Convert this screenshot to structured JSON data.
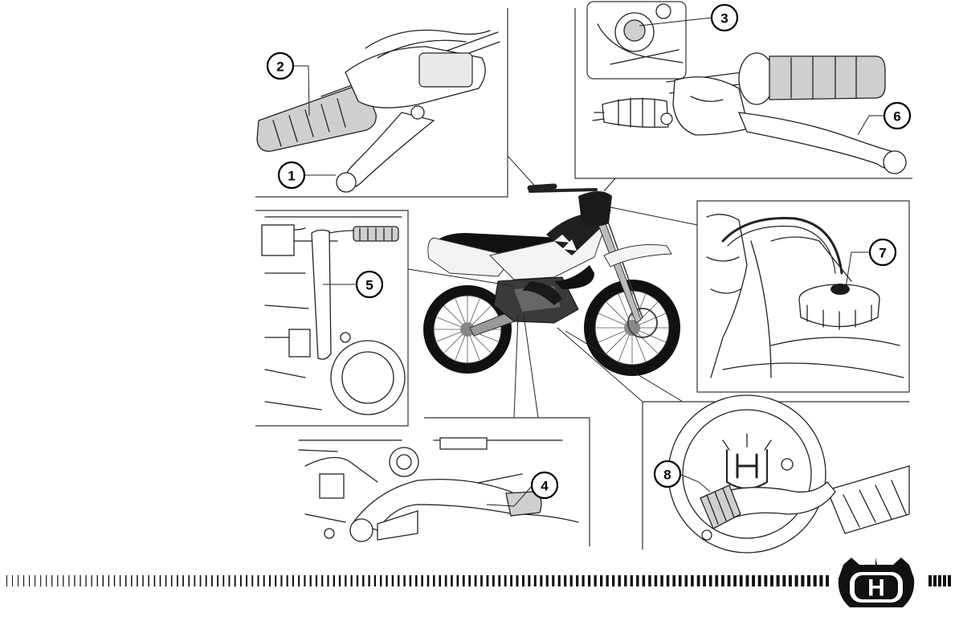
{
  "callouts": [
    {
      "id": 1,
      "label": "1"
    },
    {
      "id": 2,
      "label": "2"
    },
    {
      "id": 3,
      "label": "3"
    },
    {
      "id": 4,
      "label": "4"
    },
    {
      "id": 5,
      "label": "5"
    },
    {
      "id": 6,
      "label": "6"
    },
    {
      "id": 7,
      "label": "7"
    },
    {
      "id": 8,
      "label": "8"
    }
  ],
  "footer": {
    "logo_name": "husqvarna-h-logo",
    "logo_letter": "H"
  },
  "colors": {
    "ink": "#1a1a1a",
    "paper": "#ffffff",
    "shade": "#cfcfcf"
  }
}
